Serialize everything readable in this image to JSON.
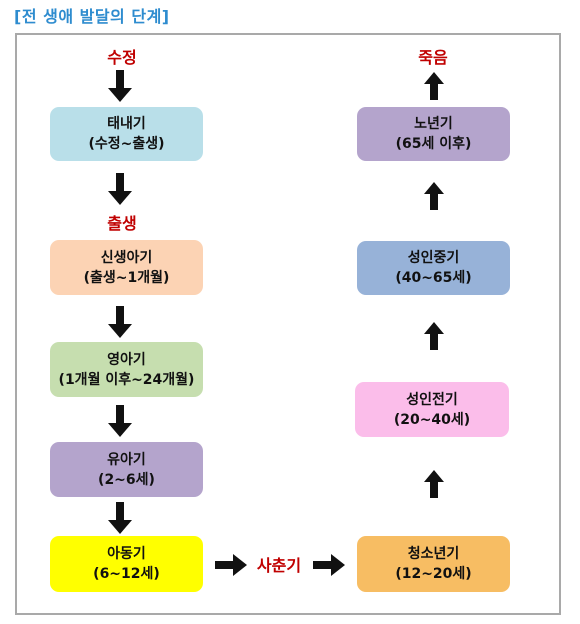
{
  "heading": "[전 생애 발달의 단계]",
  "labels": {
    "conception": "수정",
    "birth": "출생",
    "puberty": "사춘기",
    "death": "죽음"
  },
  "stages": [
    {
      "name": "태내기",
      "range": "(수정~출생)",
      "color": "#b9dfe9"
    },
    {
      "name": "신생아기",
      "range": "(출생~1개월)",
      "color": "#fcd3b4"
    },
    {
      "name": "영아기",
      "range": "(1개월 이후~24개월)",
      "color": "#c6deaf"
    },
    {
      "name": "유아기",
      "range": "(2~6세)",
      "color": "#b4a4cc"
    },
    {
      "name": "아동기",
      "range": "(6~12세)",
      "color": "#ffff00"
    },
    {
      "name": "청소년기",
      "range": "(12~20세)",
      "color": "#f7bd63"
    },
    {
      "name": "성인전기",
      "range": "(20~40세)",
      "color": "#fbbdea"
    },
    {
      "name": "성인중기",
      "range": "(40~65세)",
      "color": "#97b2d8"
    },
    {
      "name": "노년기",
      "range": "(65세 이후)",
      "color": "#b4a4cc"
    }
  ]
}
